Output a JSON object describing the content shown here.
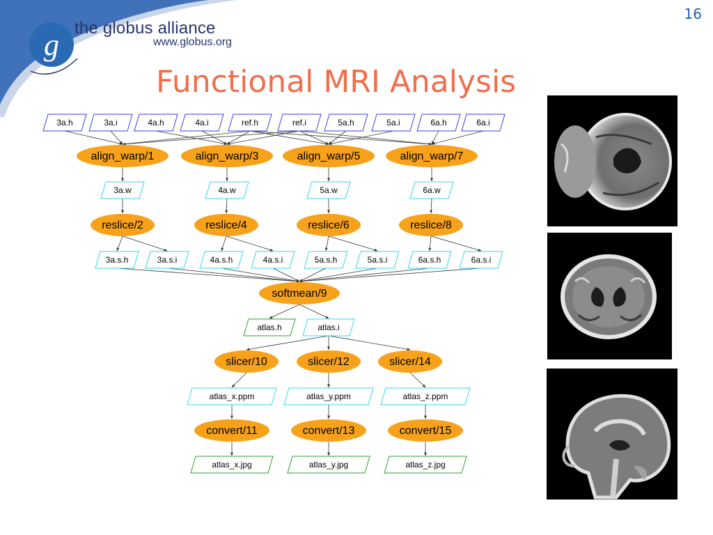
{
  "slide": {
    "page_number": "16",
    "brand": {
      "name": "the globus alliance",
      "url": "www.globus.org",
      "logo_letter": "g"
    },
    "title": "Functional MRI Analysis"
  },
  "colors": {
    "process_fill": "#f7a21a",
    "header_blue": "#3f72b8",
    "title_orange": "#ef6f4c",
    "input_border": "#3a3af0",
    "intermediate_border": "#30d8f0",
    "output_border": "#2ea02e"
  },
  "workflow": {
    "inputs": [
      "3a.h",
      "3a.i",
      "4a.h",
      "4a.i",
      "ref.h",
      "ref.i",
      "5a.h",
      "5a.i",
      "6a.h",
      "6a.i"
    ],
    "align": [
      "align_warp/1",
      "align_warp/3",
      "align_warp/5",
      "align_warp/7"
    ],
    "warps": [
      "3a.w",
      "4a.w",
      "5a.w",
      "6a.w"
    ],
    "reslice": [
      "reslice/2",
      "reslice/4",
      "reslice/6",
      "reslice/8"
    ],
    "resliced": [
      "3a.s.h",
      "3a.s.i",
      "4a.s.h",
      "4a.s.i",
      "5a.s.h",
      "5a.s.i",
      "6a.s.h",
      "6a.s.i"
    ],
    "softmean": "softmean/9",
    "atlas": [
      "atlas.h",
      "atlas.i"
    ],
    "slicer": [
      "slicer/10",
      "slicer/12",
      "slicer/14"
    ],
    "ppm": [
      "atlas_x.ppm",
      "atlas_y.ppm",
      "atlas_z.ppm"
    ],
    "convert": [
      "convert/11",
      "convert/13",
      "convert/15"
    ],
    "jpg": [
      "atlas_x.jpg",
      "atlas_y.jpg",
      "atlas_z.jpg"
    ]
  },
  "images": [
    "mri-axial-slice-upper",
    "mri-axial-slice-ventricles",
    "mri-sagittal-slice"
  ]
}
